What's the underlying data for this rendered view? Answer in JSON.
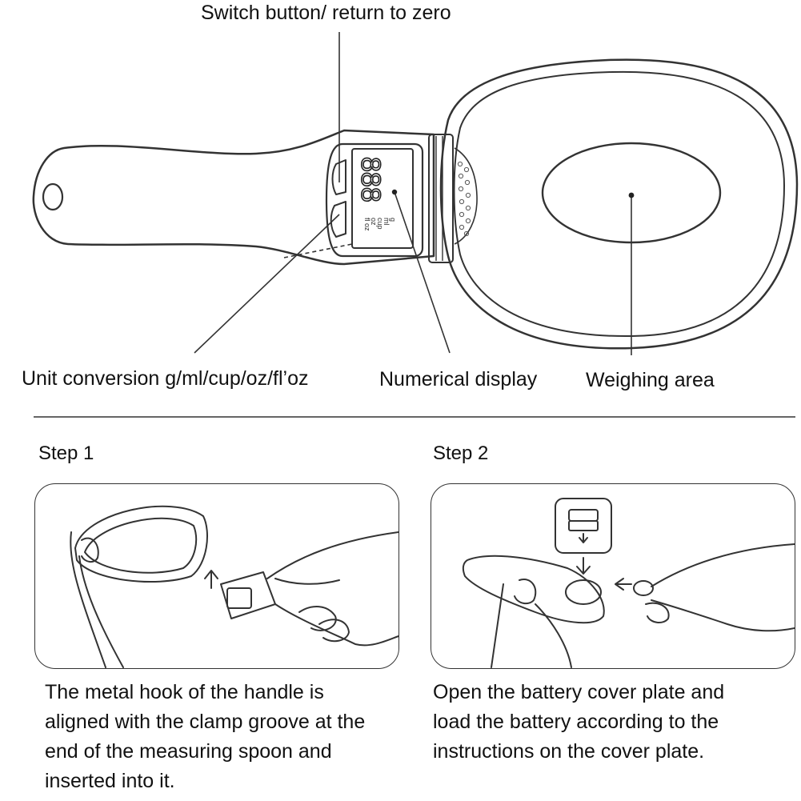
{
  "labels": {
    "switch_button": "Switch button/ return to zero",
    "unit_conversion": "Unit conversion g/ml/cup/oz/fl’oz",
    "numerical_display": "Numerical display",
    "weighing_area": "Weighing area"
  },
  "display": {
    "digits": "888",
    "units": [
      "g",
      "ml",
      "cup",
      "oz",
      "fl oz"
    ]
  },
  "steps": [
    {
      "title": "Step 1",
      "lines": [
        "The metal hook of the handle is",
        "aligned with the clamp groove at the",
        "end of the measuring spoon and",
        "inserted into it."
      ]
    },
    {
      "title": "Step 2",
      "lines": [
        "Open the battery cover plate and",
        "load the battery according to the",
        "instructions on the cover plate."
      ]
    }
  ],
  "colors": {
    "line": "#333333",
    "text": "#111111"
  }
}
